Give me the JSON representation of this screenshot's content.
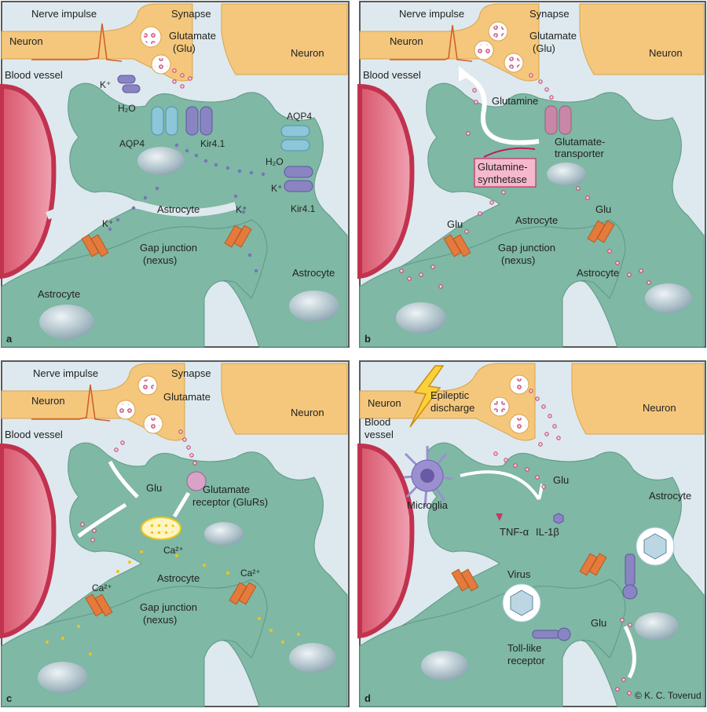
{
  "panels": {
    "a": {
      "letter": "a",
      "nerve_impulse": "Nerve impulse",
      "synapse": "Synapse",
      "neuron_left": "Neuron",
      "neuron_right": "Neuron",
      "blood_vessel": "Blood vessel",
      "glutamate_1": "Glutamate",
      "glutamate_2": "(Glu)",
      "k1": "K⁺",
      "h2o_1": "H₂O",
      "aqp4_1": "AQP4",
      "kir_1": "Kir4.1",
      "aqp4_2": "AQP4",
      "h2o_2": "H₂O",
      "k2": "K⁺",
      "kir_2": "Kir4.1",
      "k3": "K⁺",
      "k4": "K⁺",
      "astrocyte_1": "Astrocyte",
      "gap_1": "Gap junction",
      "gap_2": "(nexus)",
      "astrocyte_2": "Astrocyte",
      "astrocyte_3": "Astrocyte"
    },
    "b": {
      "letter": "b",
      "nerve_impulse": "Nerve impulse",
      "synapse": "Synapse",
      "neuron_left": "Neuron",
      "neuron_right": "Neuron",
      "blood_vessel": "Blood vessel",
      "glutamate_1": "Glutamate",
      "glutamate_2": "(Glu)",
      "glutamine": "Glutamine",
      "transporter_1": "Glutamate-",
      "transporter_2": "transporter",
      "synthetase_1": "Glutamine-",
      "synthetase_2": "synthetase",
      "astrocyte_1": "Astrocyte",
      "glu_1": "Glu",
      "glu_2": "Glu",
      "gap_1": "Gap junction",
      "gap_2": "(nexus)",
      "astrocyte_2": "Astrocyte"
    },
    "c": {
      "letter": "c",
      "nerve_impulse": "Nerve impulse",
      "synapse": "Synapse",
      "neuron_left": "Neuron",
      "neuron_right": "Neuron",
      "blood_vessel": "Blood vessel",
      "glutamate": "Glutamate",
      "glu": "Glu",
      "receptor_1": "Glutamate",
      "receptor_2": "receptor (GluRs)",
      "ca_1": "Ca²⁺",
      "ca_2": "Ca²⁺",
      "ca_3": "Ca²⁺",
      "astrocyte": "Astrocyte",
      "gap_1": "Gap junction",
      "gap_2": "(nexus)"
    },
    "d": {
      "letter": "d",
      "neuron_left": "Neuron",
      "neuron_right": "Neuron",
      "epileptic_1": "Epileptic",
      "epileptic_2": "discharge",
      "blood_1": "Blood",
      "blood_2": "vessel",
      "glu_1": "Glu",
      "astrocyte": "Astrocyte",
      "microglia": "Microglia",
      "tnf": "TNF-α",
      "il": "IL-1β",
      "virus": "Virus",
      "glu_2": "Glu",
      "toll_1": "Toll-like",
      "toll_2": "receptor",
      "credit": "© K. C. Toverud"
    }
  },
  "colors": {
    "background": "#dde9ee",
    "astrocyte": "#7fb8a4",
    "neuron": "#f4c77c",
    "vessel_rim": "#c1324e",
    "vessel_fill": "#e7849a",
    "vesicle_dot": "#c23a6b",
    "ion_dot": "#7a72b8",
    "calcium_dot": "#f0c419",
    "channel_aqp4": "#8cc6d8",
    "channel_kir": "#8a84c2",
    "gap_junction": "#e47b3c",
    "synthetase_box": "#f5b8cc",
    "microglia": "#9c8fd0"
  }
}
